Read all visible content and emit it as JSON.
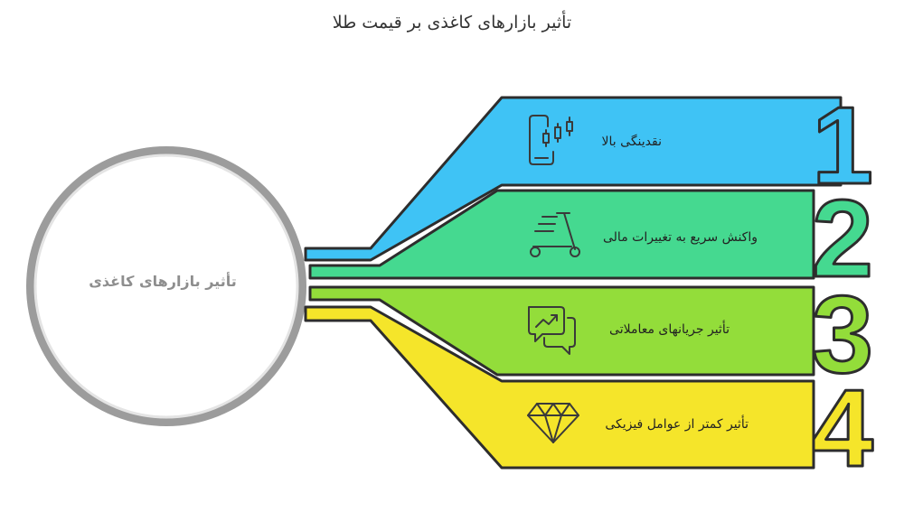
{
  "title": "تأثیر بازارهای کاغذی بر قیمت طلا",
  "hub": {
    "label": "تأثیر بازارهای کاغذی"
  },
  "items": [
    {
      "number": "1",
      "label": "نقدینگی بالا",
      "icon": "phone-candlestick-icon",
      "color": "#3fc3f5"
    },
    {
      "number": "2",
      "label": "واکنش سریع به تغییرات مالی",
      "icon": "scooter-icon",
      "color": "#45d990"
    },
    {
      "number": "3",
      "label": "تأثیر جریانهای معاملاتی",
      "icon": "chat-trend-icon",
      "color": "#93dd3a"
    },
    {
      "number": "4",
      "label": "تأثیر کمتر از عوامل فیزیکی",
      "icon": "diamond-icon",
      "color": "#f5e52a"
    }
  ]
}
